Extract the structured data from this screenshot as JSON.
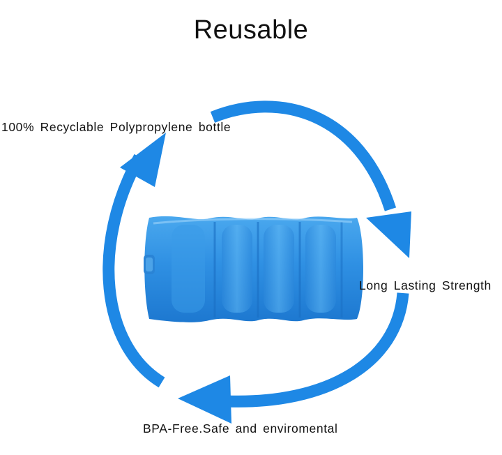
{
  "title": "Reusable",
  "labels": {
    "recyclable": "100% Recyclable Polypropylene bottle",
    "strength": "Long Lasting Strength",
    "bpa": "BPA-Free.Safe and enviromental"
  },
  "colors": {
    "arrow": "#1e88e5",
    "ice_pack_light": "#5fb6f2",
    "ice_pack_dark": "#1f7fd6",
    "text": "#111111",
    "background": "#ffffff"
  },
  "icons": {
    "cycle_arrows": "circular-recycle-arrows",
    "product": "ice-pack"
  }
}
